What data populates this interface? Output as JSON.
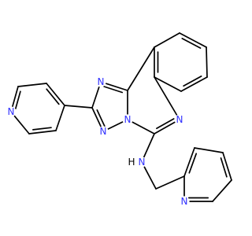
{
  "diagram": {
    "colors": {
      "bond": "#000000",
      "nitrogen": "#3030ff",
      "nitrogen_hydrogen": "#000000"
    },
    "atom_labels": {
      "n_triazole_top": "N",
      "n_triazole_left": "N",
      "n_triazole_bridge": "N",
      "n_quinazoline": "N",
      "n_pyridine_left": "N",
      "n_pyridine_bottom": "N",
      "nh_n": "N",
      "nh_h": "H"
    }
  }
}
